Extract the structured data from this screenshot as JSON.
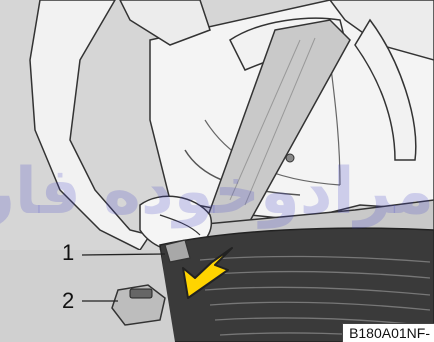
{
  "figure": {
    "callout_1": "1",
    "callout_2": "2",
    "figure_code": "B180A01NF-",
    "watermark_text": "مرادوخوده فارما",
    "arrow_color": "#ffd400",
    "background_color": "#d6d6d6"
  }
}
